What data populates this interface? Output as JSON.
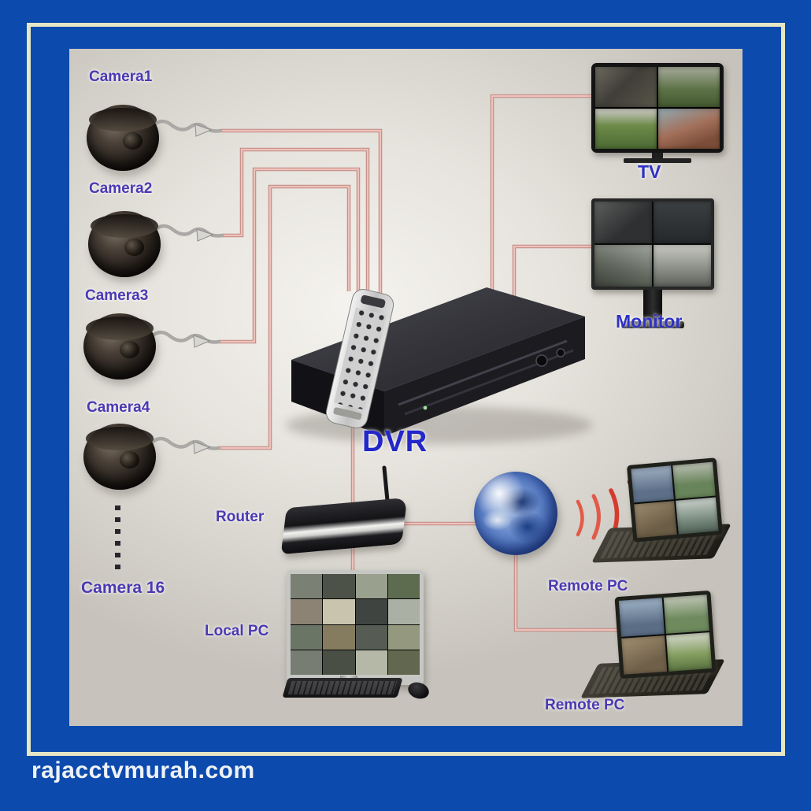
{
  "site": {
    "watermark": "rajacctvmurah.com"
  },
  "diagram": {
    "labels": {
      "camera1": "Camera1",
      "camera2": "Camera2",
      "camera3": "Camera3",
      "camera4": "Camera4",
      "camera16": "Camera 16",
      "dvr": "DVR",
      "tv": "TV",
      "monitor": "Monitor",
      "router": "Router",
      "local_pc": "Local PC",
      "remote_pc_top": "Remote PC",
      "remote_pc_bottom": "Remote PC"
    },
    "nodes": [
      "Camera1",
      "Camera2",
      "Camera3",
      "Camera4",
      "Camera 16",
      "DVR",
      "TV",
      "Monitor",
      "Router",
      "Local PC",
      "Internet globe",
      "Remote PC (wireless laptop)",
      "Remote PC (wired laptop)"
    ],
    "connections": [
      "Camera1 - DVR",
      "Camera2 - DVR",
      "Camera3 - DVR",
      "Camera4 - DVR",
      "DVR - TV",
      "DVR - Monitor",
      "DVR - Router",
      "Router - Local PC",
      "Router - Internet globe",
      "Internet globe - Remote PC (wireless)",
      "Internet globe - Remote PC (wired)"
    ],
    "colors": {
      "frame_blue": "#0c4aad",
      "frame_cream": "#e5e7c6",
      "panel_gray": "#dcd8d2",
      "label_purple": "#4b39b2",
      "label_blue": "#2f31c5",
      "wire_red": "#d99a94",
      "watermark_white": "#eef2f7"
    }
  }
}
